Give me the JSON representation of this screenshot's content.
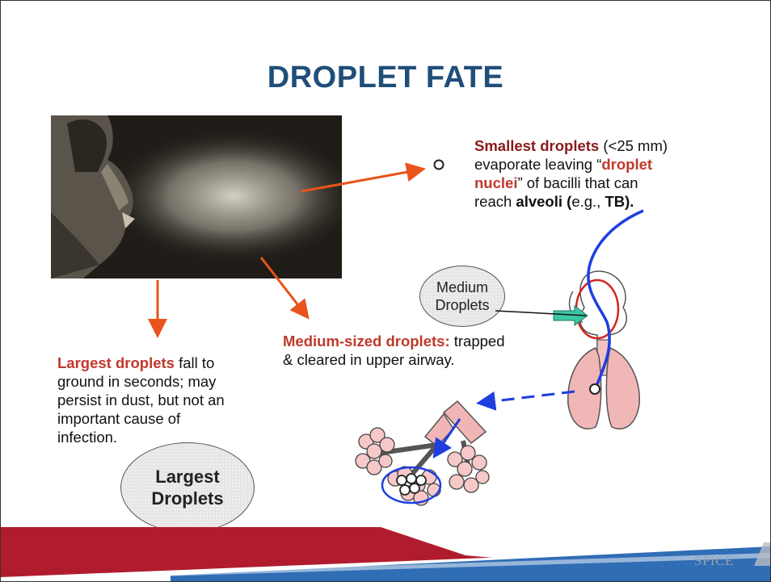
{
  "slide": {
    "title": "DROPLET FATE",
    "smallest": {
      "highlight": "Smallest droplets",
      "range": " (<25 mm)",
      "line2_pre": "evaporate leaving “",
      "nuclei_a": "droplet",
      "nuclei_b": "nuclei",
      "line3_post": "” of bacilli that can",
      "line4_pre": "reach ",
      "alveoli": "alveoli (",
      "eg": "e.g., ",
      "tb": "TB)."
    },
    "medium_text": {
      "highlight": "Medium-sized droplets:",
      "rest1": " trapped",
      "rest2": "& cleared in upper airway."
    },
    "largest_text": {
      "highlight": "Largest droplets",
      "rest1": " fall to",
      "line2": "ground in seconds; may",
      "line3": "persist in dust, but not an",
      "line4": "important cause of",
      "line5": "infection."
    },
    "bubble_medium": {
      "line1": "Medium",
      "line2": "Droplets"
    },
    "bubble_large": {
      "line1": "Largest",
      "line2": "Droplets"
    },
    "logo": "SPICE"
  },
  "colors": {
    "title": "#1f4e79",
    "dark_red": "#8b1a1a",
    "bright_red": "#c0392b",
    "arrow_orange": "#e8541c",
    "airflow_blue": "#1f3ee0",
    "banner_red": "#b01c2e",
    "banner_blue": "#2f6db5"
  },
  "icons": [
    "arrow-right-icon",
    "arrow-down-icon",
    "teal-arrow-icon",
    "lungs-diagram-icon",
    "alveoli-diagram-icon",
    "droplet-circle-icon"
  ]
}
